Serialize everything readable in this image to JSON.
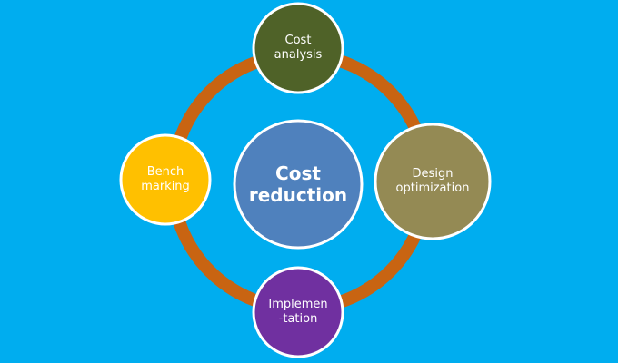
{
  "colors": {
    "background": "#00ADEF",
    "ring": "#C86412",
    "center": "#4F81BD",
    "top": "#4F6228",
    "right": "#948A54",
    "bottom": "#7030A0",
    "left": "#FFC000",
    "node_border": "#FFFFFF"
  },
  "diagram": {
    "center_label": "Cost\nreduction",
    "nodes": {
      "top": "Cost\nanalysis",
      "right": "Design\noptimization",
      "bottom": "Implemen\n-tation",
      "left": "Bench\nmarking"
    }
  }
}
